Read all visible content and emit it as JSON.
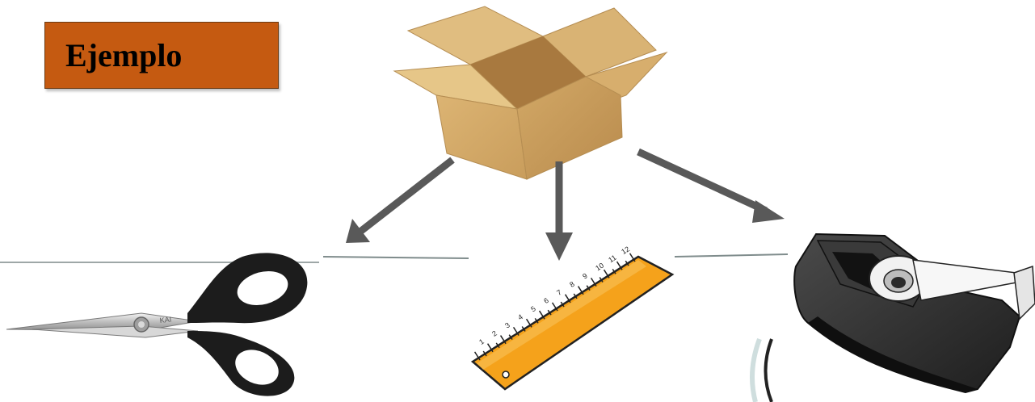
{
  "title": {
    "text": "Ejemplo",
    "box_color": "#c55a11"
  },
  "source_item": {
    "icon": "cardboard-box-icon",
    "colors": {
      "light": "#e5c07f",
      "mid": "#d1a868",
      "dark": "#b8894c"
    }
  },
  "arrow_color": "#595959",
  "tools": [
    {
      "icon": "scissors-icon",
      "blade_engraving": "KAI"
    },
    {
      "icon": "ruler-icon",
      "color": "#f5a21b",
      "markings": [
        "1",
        "2",
        "3",
        "4",
        "5",
        "6",
        "7",
        "8",
        "9",
        "10",
        "11",
        "12"
      ]
    },
    {
      "icon": "tape-dispenser-icon",
      "color": "#2f2f2f"
    }
  ]
}
